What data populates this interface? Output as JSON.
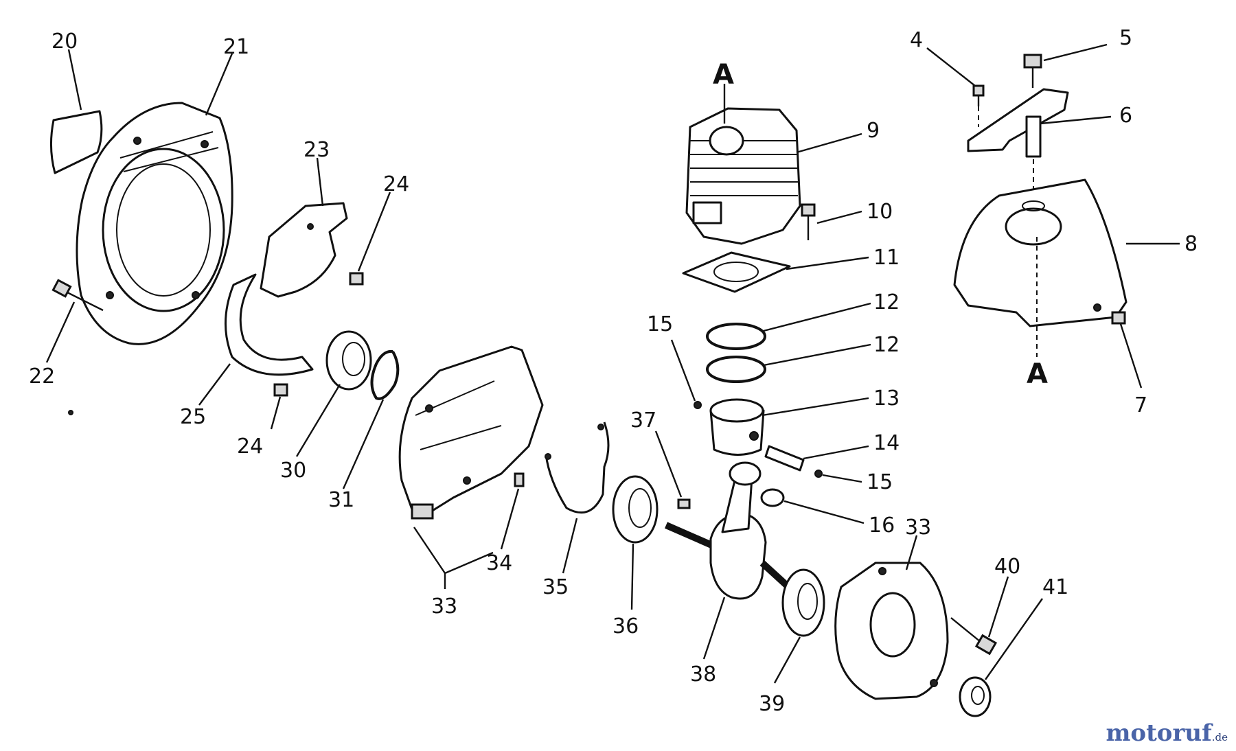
{
  "callouts": {
    "c20": "20",
    "c21": "21",
    "c22": "22",
    "c23": "23",
    "c24a": "24",
    "c24b": "24",
    "c25": "25",
    "c30": "30",
    "c31": "31",
    "c33a": "33",
    "c33b": "33",
    "c34": "34",
    "c35": "35",
    "c36": "36",
    "c37": "37",
    "c38": "38",
    "c39": "39",
    "c40": "40",
    "c41": "41",
    "c4": "4",
    "c5": "5",
    "c6": "6",
    "c7": "7",
    "c8": "8",
    "c9": "9",
    "c10": "10",
    "c11": "11",
    "c12a": "12",
    "c12b": "12",
    "c13": "13",
    "c14": "14",
    "c15a": "15",
    "c15b": "15",
    "c16": "16",
    "refA1": "A",
    "refA2": "A"
  },
  "watermark": {
    "main": "motoruf",
    "suffix": ".de"
  }
}
